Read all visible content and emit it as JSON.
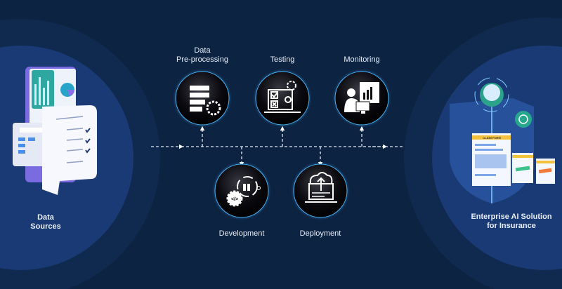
{
  "left_panel": {
    "title_line1": "Data",
    "title_line2": "Sources"
  },
  "right_panel": {
    "title_line1": "Enterprise AI Solution",
    "title_line2": "for Insurance",
    "form_label": "CLAIM FORM"
  },
  "steps": [
    {
      "label_line1": "Data",
      "label_line2": "Pre-processing",
      "icon": "server-gear-icon"
    },
    {
      "label_line1": "",
      "label_line2": "Testing",
      "icon": "checklist-gear-icon"
    },
    {
      "label_line1": "",
      "label_line2": "Monitoring",
      "icon": "person-dashboard-icon"
    },
    {
      "label_line1": "Development",
      "icon": "code-gear-icon"
    },
    {
      "label_line1": "Deployment",
      "icon": "cloud-upload-laptop-icon"
    }
  ],
  "colors": {
    "background": "#0c2342",
    "panel": "#1a3a75",
    "ring": "#132e5c",
    "accent": "#49b8ff",
    "text": "#e8eef8"
  }
}
